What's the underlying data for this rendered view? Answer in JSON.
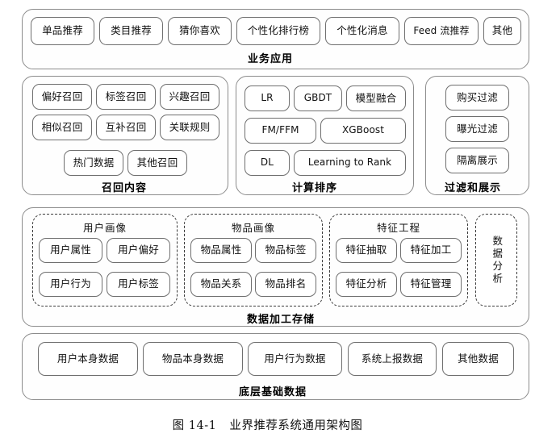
{
  "figure": {
    "caption_number": "图 14-1",
    "caption_text": "业界推荐系统通用架构图"
  },
  "layers": {
    "business": {
      "title": "业务应用",
      "items": [
        "单品推荐",
        "类目推荐",
        "猜你喜欢",
        "个性化排行榜",
        "个性化消息",
        "Feed 流推荐",
        "其他"
      ]
    },
    "recall": {
      "title": "召回内容",
      "items": [
        "偏好召回",
        "标签召回",
        "兴趣召回",
        "相似召回",
        "互补召回",
        "关联规则",
        "热门数据",
        "其他召回"
      ]
    },
    "ranking": {
      "title": "计算排序",
      "items": [
        "LR",
        "GBDT",
        "模型融合",
        "FM/FFM",
        "XGBoost",
        "DL",
        "Learning to Rank"
      ]
    },
    "filter": {
      "title": "过滤和展示",
      "items": [
        "购买过滤",
        "曝光过滤",
        "隔离展示"
      ]
    },
    "storage": {
      "title": "数据加工存储",
      "groups": [
        {
          "title": "用户画像",
          "items": [
            "用户属性",
            "用户偏好",
            "用户行为",
            "用户标签"
          ]
        },
        {
          "title": "物品画像",
          "items": [
            "物品属性",
            "物品标签",
            "物品关系",
            "物品排名"
          ]
        },
        {
          "title": "特征工程",
          "items": [
            "特征抽取",
            "特征加工",
            "特征分析",
            "特征管理"
          ]
        }
      ],
      "side": {
        "label": "数据分析"
      }
    },
    "base": {
      "title": "底层基础数据",
      "items": [
        "用户本身数据",
        "物品本身数据",
        "用户行为数据",
        "系统上报数据",
        "其他数据"
      ]
    }
  }
}
